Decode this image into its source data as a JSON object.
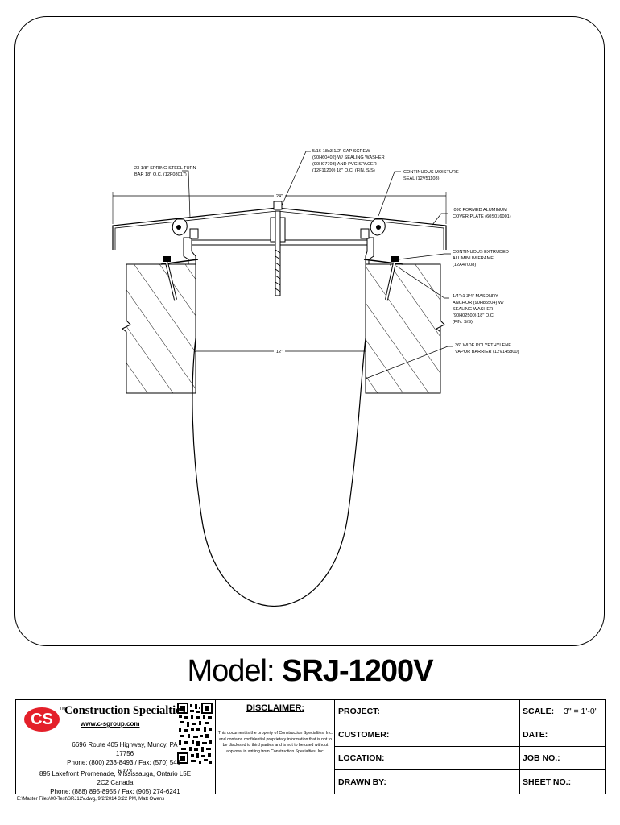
{
  "drawing": {
    "dim_top": "24\"",
    "dim_mid": "12\"",
    "labels": {
      "spring_bar": [
        "23 1/8\" SPRING STEEL TURN",
        "BAR 18\" O.C. (12F08017)"
      ],
      "cap_screw": [
        "5/16-18x3 1/2\" CAP SCREW",
        "(90H60402) W/ SEALING WASHER",
        "(90H07703) AND PVC SPACER",
        "(12F11200) 18\" O.C. (FIN. S/S)"
      ],
      "moisture_seal": [
        "CONTINUOUS MOISTURE",
        "SEAL (12V51108)"
      ],
      "cover_plate": [
        ".090 FORMED ALUMINUM",
        "COVER PLATE (60S016001)"
      ],
      "frame": [
        "CONTINUOUS EXTRUDED",
        "ALUMINUM FRAME",
        "(12A47008)"
      ],
      "anchor": [
        "1/4\"x1 3/4\" MASONRY",
        "ANCHOR (90H85504) W/",
        "SEALING WASHER",
        "(90H02500) 18\" O.C.",
        "(FIN. S/S)"
      ],
      "barrier": [
        "36\" WIDE POLYETHYLENE",
        "VAPOR BARRIER (12V145800)"
      ]
    }
  },
  "model": {
    "prefix": "Model:",
    "number": "SRJ-1200V"
  },
  "company": {
    "logo": "CS",
    "tm": "TM",
    "name": "Construction Specialties",
    "website": "www.c-sgroup.com",
    "address1_line1": "6696 Route 405 Highway, Muncy, PA  17756",
    "address1_line2": "Phone: (800) 233-8493 / Fax: (570) 546-6022",
    "address2_line1": "895 Lakefront Promenade, Mississauga, Ontario L5E 2C2 Canada",
    "address2_line2": "Phone: (888) 895-8955 / Fax: (905) 274-6241"
  },
  "disclaimer": {
    "title": "DISCLAIMER:",
    "text": "This document is the property of Construction Specialties, Inc. and contains confidential proprietary information that is not to be disclosed to third parties and is not to be used without approval in writing from Construction Specialties, Inc."
  },
  "fields": {
    "project": "PROJECT:",
    "customer": "CUSTOMER:",
    "location": "LOCATION:",
    "drawn_by": "DRAWN BY:",
    "scale": "SCALE:",
    "scale_value": "3\" = 1'-0\"",
    "date": "DATE:",
    "job_no": "JOB NO.:",
    "sheet_no": "SHEET NO.:"
  },
  "footer": "E:\\Master Files\\00-Test\\SRJ12V.dwg, 9/2/2014 3:22 PM, Matt Owens"
}
